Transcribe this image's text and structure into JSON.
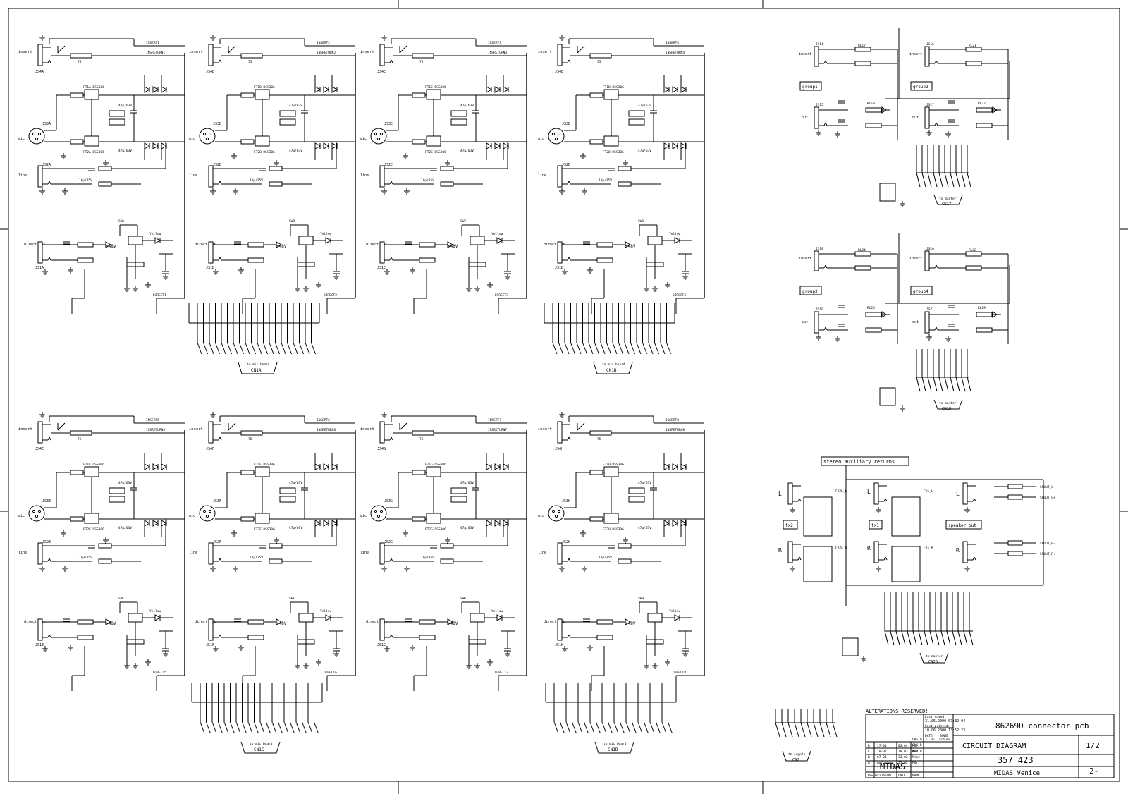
{
  "channel_strips": [
    {
      "id": "A",
      "insert_label": "insert",
      "insert_jack": "JS4A",
      "mic_jack": "JS3A",
      "line_jack": "JS2A",
      "mic_label": "mic",
      "line_label": "line",
      "direct_out_label": "direct out",
      "direct_jack": "JS1A",
      "insert_net": "INSERT1",
      "return_net": "INSRETURN1",
      "direct_net": "DIRECT1",
      "transistor_top": "FT1A DSS306",
      "transistor_bottom": "FT2A DSS306",
      "cap_elec": "47µ/63V",
      "cap_line": "10µ/35V",
      "phantom": "+48V",
      "led_label": "Yellow",
      "switch": "SWA",
      "connector": "CN1A",
      "connector_caption": "to mic board"
    },
    {
      "id": "B",
      "insert_label": "insert",
      "insert_jack": "JS4B",
      "mic_jack": "JS3B",
      "line_jack": "JS2B",
      "mic_label": "mic",
      "line_label": "line",
      "direct_out_label": "direct out",
      "direct_jack": "JS1B",
      "insert_net": "INSERT2",
      "return_net": "INSRETURN2",
      "direct_net": "DIRECT2",
      "transistor_top": "FT1B DSS306",
      "transistor_bottom": "FT2B DSS306",
      "cap_elec": "47µ/63V",
      "cap_line": "10µ/35V",
      "phantom": "+48V",
      "led_label": "Yellow",
      "switch": "SWB",
      "connector": "CN1B",
      "connector_caption": "to mic board"
    },
    {
      "id": "C",
      "insert_label": "insert",
      "insert_jack": "JS4C",
      "mic_jack": "JS3C",
      "line_jack": "JS2C",
      "mic_label": "mic",
      "line_label": "line",
      "direct_out_label": "direct out",
      "direct_jack": "JS1C",
      "insert_net": "INSERT3",
      "return_net": "INSRETURN3",
      "direct_net": "DIRECT3",
      "transistor_top": "FT1C DSS306",
      "transistor_bottom": "FT2C DSS306",
      "cap_elec": "47µ/63V",
      "cap_line": "10µ/35V",
      "phantom": "+48V",
      "led_label": "Yellow",
      "switch": "SWC",
      "connector": "CN1A",
      "connector_caption": "to mic board"
    },
    {
      "id": "D",
      "insert_label": "insert",
      "insert_jack": "JS4D",
      "mic_jack": "JS3D",
      "line_jack": "JS2D",
      "mic_label": "mic",
      "line_label": "line",
      "direct_out_label": "direct out",
      "direct_jack": "JS1D",
      "insert_net": "INSERT4",
      "return_net": "INSRETURN4",
      "direct_net": "DIRECT4",
      "transistor_top": "FT1D DSS306",
      "transistor_bottom": "FT2D DSS306",
      "cap_elec": "47µ/63V",
      "cap_line": "10µ/35V",
      "phantom": "+48V",
      "led_label": "Yellow",
      "switch": "SWD",
      "connector": "CN1B",
      "connector_caption": "to mic board"
    },
    {
      "id": "E",
      "insert_label": "insert",
      "insert_jack": "JS4E",
      "mic_jack": "JS3E",
      "line_jack": "JS2E",
      "mic_label": "mic",
      "line_label": "line",
      "direct_out_label": "direct out",
      "direct_jack": "JS1E",
      "insert_net": "INSERT5",
      "return_net": "INSRETURN5",
      "direct_net": "DIRECT5",
      "transistor_top": "FT1E DSS306",
      "transistor_bottom": "FT2E DSS306",
      "cap_elec": "47µ/63V",
      "cap_line": "10µ/35V",
      "phantom": "+48V",
      "led_label": "Yellow",
      "switch": "SWE",
      "connector": "CN1C",
      "connector_caption": "to mic board"
    },
    {
      "id": "F",
      "insert_label": "insert",
      "insert_jack": "JS4F",
      "mic_jack": "JS3F",
      "line_jack": "JS2F",
      "mic_label": "mic",
      "line_label": "line",
      "direct_out_label": "direct out",
      "direct_jack": "JS1F",
      "insert_net": "INSERT6",
      "return_net": "INSRETURN6",
      "direct_net": "DIRECT6",
      "transistor_top": "FT1F DSS306",
      "transistor_bottom": "FT2F DSS306",
      "cap_elec": "47µ/63V",
      "cap_line": "10µ/35V",
      "phantom": "+48V",
      "led_label": "Yellow",
      "switch": "SWF",
      "connector": "CN1C",
      "connector_caption": "to mic board"
    },
    {
      "id": "G",
      "insert_label": "insert",
      "insert_jack": "JS4G",
      "mic_jack": "JS3G",
      "line_jack": "JS2G",
      "mic_label": "mic",
      "line_label": "line",
      "direct_out_label": "direct out",
      "direct_jack": "JS1G",
      "insert_net": "INSERT7",
      "return_net": "INSRETURN7",
      "direct_net": "DIRECT7",
      "transistor_top": "FT1G DSS306",
      "transistor_bottom": "FT2G DSS306",
      "cap_elec": "47µ/63V",
      "cap_line": "10µ/35V",
      "phantom": "+48V",
      "led_label": "Yellow",
      "switch": "SWG",
      "connector": "CN1D",
      "connector_caption": "to mic board"
    },
    {
      "id": "H",
      "insert_label": "insert",
      "insert_jack": "JS4H",
      "mic_jack": "JS3H",
      "line_jack": "JS2H",
      "mic_label": "mic",
      "line_label": "line",
      "direct_out_label": "direct out",
      "direct_jack": "JS1H",
      "insert_net": "INSERT8",
      "return_net": "INSRETURN8",
      "direct_net": "DIRECT8",
      "transistor_top": "FT1H DSS306",
      "transistor_bottom": "FT2H DSS306",
      "cap_elec": "47µ/63V",
      "cap_line": "10µ/35V",
      "phantom": "+48V",
      "led_label": "Yellow",
      "switch": "SWH",
      "connector": "CN1D",
      "connector_caption": "to mic board"
    }
  ],
  "connectors": [
    {
      "id": "CN1A",
      "caption": "to mic board"
    },
    {
      "id": "CN1B",
      "caption": "to mic board"
    },
    {
      "id": "CN1C",
      "caption": "to mic board"
    },
    {
      "id": "CN1D",
      "caption": "to mic board"
    }
  ],
  "group_blocks": [
    {
      "top_label": "group1",
      "insert_label": "insert",
      "out_label": "out",
      "insert_jack": "JS14",
      "out_jack": "JS15",
      "res_a": "RL17",
      "res_b": "RL18"
    },
    {
      "top_label": "group2",
      "insert_label": "insert",
      "out_label": "out",
      "insert_jack": "JS16",
      "out_jack": "JS17",
      "res_a": "RL21",
      "res_b": "RL22"
    },
    {
      "top_label": "group3",
      "insert_label": "insert",
      "out_label": "out",
      "insert_jack": "JS18",
      "out_jack": "JS19",
      "res_a": "RL24",
      "res_b": "RL25"
    },
    {
      "top_label": "group4",
      "insert_label": "insert",
      "out_label": "out",
      "insert_jack": "JS20",
      "out_jack": "JS21",
      "res_a": "RL28",
      "res_b": "RL29"
    }
  ],
  "group_connectors": [
    {
      "id": "CN17",
      "caption": "to master"
    },
    {
      "id": "CN18",
      "caption": "to master"
    }
  ],
  "aux_section": {
    "title": "stereo auxiliary returns",
    "fx2": "fx2",
    "fx1": "fx1",
    "speaker_out": "speaker out",
    "L": "L",
    "R": "R",
    "nets": [
      "FX2L_L",
      "FX2L_R",
      "FX1_L",
      "FX1_R",
      "SPOUT_L-",
      "SPOUT_L+",
      "SPOUT_R-",
      "SPOUT_R+"
    ],
    "connector": "CN25",
    "connector_caption": "to master"
  },
  "supply": {
    "connector": "CN2",
    "caption": "to supply"
  },
  "title_block": {
    "alterations": "ALTERATIONS RESERVED!",
    "last_saved_label": "Last saved:",
    "last_saved": "31.05.2000 07:32:04",
    "last_printed_label": "Last printed:",
    "last_printed": "10.06.2000 13:52:23",
    "board_name": "86269D connector pcb",
    "doc_type": "CIRCUIT DIAGRAM",
    "sheet": "1/2",
    "brand": "MIDAS",
    "drawing_no": "357 423",
    "company": "MIDAS Venice",
    "rev": "2-",
    "headers": [
      "ISSUE",
      "REVISION",
      "DATE",
      "NAME"
    ],
    "rows": [
      [
        "D",
        "17-01",
        "03.04",
        "MOr"
      ],
      [
        "C",
        "10-02",
        "18.03",
        "MOr"
      ],
      [
        "B",
        "07-01",
        "23.02",
        "Renz"
      ],
      [
        "A",
        "Aufnahme",
        "27.02",
        "MOr"
      ]
    ],
    "date_name": [
      "DATE",
      "NAME"
    ],
    "drawn": [
      "DRG'D",
      "31.05",
      "Schuhe"
    ],
    "checked": "CHK'D",
    "approved": "APP'D"
  }
}
